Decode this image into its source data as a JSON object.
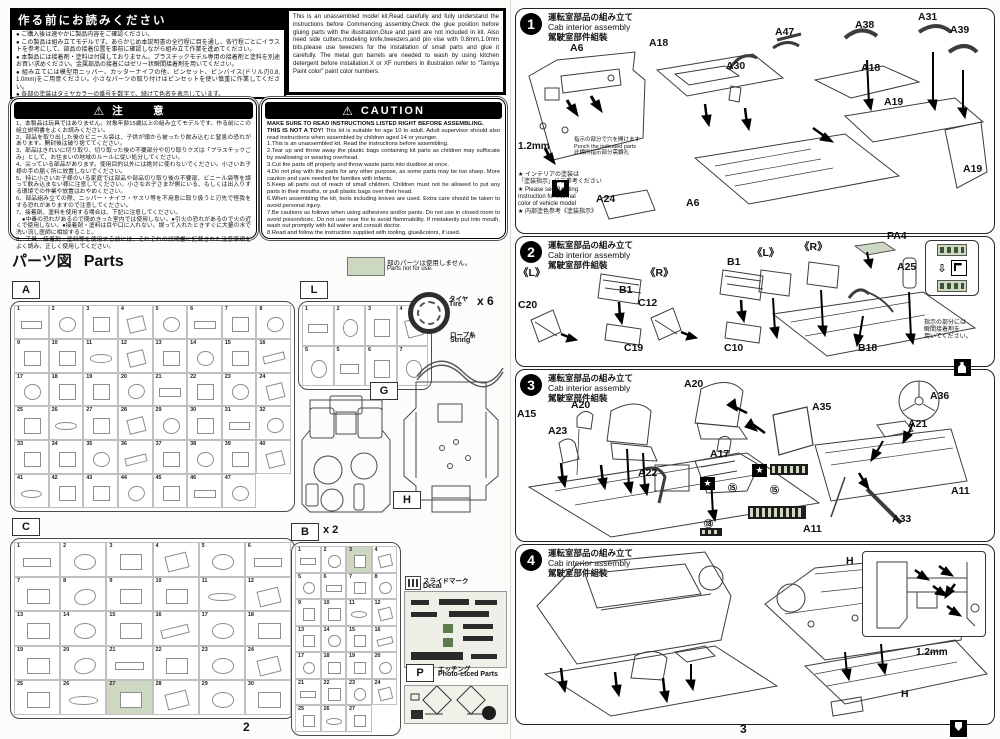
{
  "colors": {
    "not_for_use_green": "#cdd8c3",
    "paper": "#fcfcfa"
  },
  "icons": {
    "warning_triangle": "⚠",
    "star_decal": "★",
    "fold_arrow": "⇩"
  },
  "left_page": {
    "page_number": "2",
    "read_before": {
      "title": "作る前にお読みください",
      "bullets": [
        "● ご購入後は速やかに製品内容をご確認ください。",
        "● この製品は組み立てモデルです。あらかじめ本説明書の全行程に目を通し、各行程ごとにイラストを参考にして、部品の接着位置を事前に確認しながら組み立て作業を進めてください。",
        "● 本製品には接着剤・塗料は付属しておりません。プラスチックモデル専用の接着剤と塗料を別途お買い求めください。金属部品の接着にはゼリー状瞬間接着剤を用いてください。",
        "● 組み立てには模型用ニッパー、カッターナイフの他、ピンセット、ピンバイス(ドリル刃0.8, 1.0mm)をご用意ください。小さなパーツの取り付けはピンセットを使い慎重に作業してください。",
        "● 各部の塗装はタミヤカラーの番号を数字で、続けて色名を表示しています。"
      ],
      "english": "This is an unassembled model kit.Read carefully and fully understand the instructions before Commencing assembly.Check the glue position before gluing parts with the illustration.Glue and paint are not included in kit. Also need side cutters,modeling knife,tweezers,and pin vise with 0.8mm,1.0mm bits.please use tweezers for the installation of small parts and glue it carefully. The metal gun barrels are needed to wash by using kitchen detergent before installation.X or XF numbers in illustration refer to \"Tamiya Paint color\" paint color numbers."
    },
    "caution_jp": {
      "title": "注　意",
      "body": [
        "1、本製品は玩具ではありません。対象年齢15歳以上の組み立てモデルです。作る前にこの組立説明書をよくお読みください。",
        "2、部品を取り出した後のビニール袋は、子供が頭から被ったり飲み込むと窒息の恐れがあります。開封後は破り捨ててください。",
        "3、部品はきれいに切り取り、切り取った後の不要部分や切り取りクズは「プラスチックごみ」として、お住まいの地域のルールに従い処分してください。",
        "4、尖っている部品があります。使用目的以外には絶対に使わないでください。小さいお子様の手の届く所に放置しないでください。",
        "5、特に小さいお子様のいる家庭では部品や部品切り取り後の不要部、ビニール袋等を誤って飲み込まない様に注意してください。小さなお子さまが側にいる、もしくは出入りする環境での作業や放置はおやめください。",
        "6、部品組み立ての際、ニッパー・ナイフ・ヤスリ等を不用意に取り扱うと刃先で怪我をする恐れがありますので注意してください。",
        "7、接着剤、塗料を使用する場合は、下記に注意してください。",
        "　●中毒の恐れがあるので閉めきった室内では使用しない。●引火の恐れがあるので火の近くで使用しない。●接着剤・塗料は目や口に入れない。誤って入れたときすぐに大量の水で洗い流し医師に相談すること。",
        "8、工具・接着剤・塗料等を使用する前には、それぞれの説明書に記載された注意事項をよく読み、正しく使用してください。"
      ]
    },
    "caution_en": {
      "title": "CAUTION",
      "header": "MAKE SURE TO READ INSTRUCTIONS LISTED RIGHT BEFORE ASSEMBLING.",
      "toy_strong": "THIS IS NOT A TOY!",
      "toy_rest": " This kit is suitable for age 10 to adult. Adult supervisor should also read instructions when assembled by children aged 14 or younger.",
      "body": [
        "1.This is an unassembled kit. Read the instructions before assembling.",
        "2.Tear up and throw away the plastic bags containing kit parts as children may suffocate by swallowing or wearing overhead.",
        "3.Cut the parts off properly and throw waste parts into dustbox at once.",
        "4.Do not play with the parts for any other purpose, as some parts may be too sharp. More caution and care needed for families with infants.",
        "5.Keep all parts out of reach of small children. Children must not be allowed to put any parts in their mouths, or pull plastic bags over their head.",
        "6.When assembling the kit, tools including knives are used. Extra care should be taken to avoid personal injury.",
        "7.Be cautions as follows when using adhesives and/or pants. Do not use in closed room to avoid poison/toxic. Do not use near fire to avoid flammability. If mistakenly put into mouth, wash out promptly with full water and consult doctor.",
        "8.Read and follow the instruction supplied with tooling, glue&colors, if used."
      ]
    },
    "parts_section": {
      "title_jp": "パーツ図",
      "title_en": "Parts",
      "not_for_use_jp": "部のパーツは使用しません。",
      "not_for_use_en": "Parts not for use.",
      "sprue_a": {
        "id": "A",
        "numbers": [
          1,
          2,
          3,
          4,
          5,
          6,
          7,
          8,
          9,
          10,
          11,
          12,
          13,
          14,
          15,
          16,
          17,
          18,
          19,
          20,
          21,
          22,
          23,
          24,
          25,
          26,
          27,
          28,
          29,
          30,
          31,
          32,
          33,
          34,
          35,
          36,
          37,
          38,
          39,
          40,
          41,
          42,
          43,
          44,
          45,
          46,
          47
        ]
      },
      "sprue_l": {
        "id": "L",
        "numbers": [
          1,
          2,
          3,
          4,
          5,
          5,
          6,
          7
        ]
      },
      "sprue_g": {
        "id": "G"
      },
      "sprue_h": {
        "id": "H"
      },
      "sprue_c": {
        "id": "C",
        "numbers": [
          1,
          2,
          3,
          4,
          5,
          6,
          7,
          8,
          9,
          10,
          11,
          12,
          13,
          14,
          15,
          16,
          17,
          18,
          19,
          20,
          21,
          22,
          23,
          24,
          25,
          26,
          27,
          28,
          29,
          30
        ],
        "green": [
          27
        ]
      },
      "sprue_b": {
        "id": "B",
        "multiplier": "x 2",
        "numbers": [
          1,
          2,
          3,
          4,
          5,
          6,
          7,
          8,
          9,
          10,
          11,
          12,
          13,
          14,
          15,
          16,
          17,
          18,
          19,
          20,
          21,
          22,
          23,
          24,
          25,
          26,
          27
        ],
        "green": [
          3
        ]
      },
      "tire": {
        "label_jp": "タイヤ",
        "label_en": "Tire",
        "qty": "x 6"
      },
      "string": {
        "label_jp": "ロープ糸",
        "label_en": "String"
      },
      "decal": {
        "label_jp": "スライドマーク",
        "label_en": "Decal"
      },
      "etched": {
        "id": "P",
        "label_jp": "エッチング",
        "label_en": "Photo-etced Parts"
      }
    }
  },
  "right_page": {
    "page_number": "3",
    "steps": [
      {
        "num": "1",
        "title_jp": "運転室部品の組み立て",
        "title_en": "Cab interior assembly",
        "title_zh": "駕駛室部件組裝",
        "labels": [
          "A6",
          "A18",
          "A30",
          "A47",
          "A38",
          "A18",
          "A31",
          "A39",
          "A19",
          "A19",
          "A24",
          "A6"
        ],
        "drill_size": "1.2mm",
        "drill_note_jp": "指示の部分で穴を開けます",
        "drill_note_en": "Punch the indicated parts",
        "drill_note_zh": "此標所指示部分需鑽孔",
        "paint_notes": [
          "★ インテリアの塗装は\n「塗装指示」にご参考ください",
          "★ Please see Painting\nInstruction for internal\ncolor of vehicle model",
          "★ 内部塗色参考《塗装指示》"
        ]
      },
      {
        "num": "2",
        "title_jp": "運転室部品の組み立て",
        "title_en": "Cab interior assembly",
        "title_zh": "駕駛室部件組裝",
        "labels": [
          "《L》",
          "B1",
          "C20",
          "C19",
          "《R》",
          "C12",
          "B1",
          "C10",
          "《L》",
          "《R》",
          "PA4",
          "A25",
          "B18"
        ],
        "glue_note": "指示の部分には\n瞬間接着剤を\n用いてください。"
      },
      {
        "num": "3",
        "title_jp": "運転室部品の組み立て",
        "title_en": "Cab interior assembly",
        "title_zh": "駕駛室部件組裝",
        "labels": [
          "A15",
          "A20",
          "A23",
          "A22",
          "A20",
          "A17",
          "A35",
          "A36",
          "A21",
          "A11",
          "A33",
          "A11",
          "⑮",
          "⑮",
          "⑱"
        ]
      },
      {
        "num": "4",
        "title_jp": "運転室部品の組み立て",
        "title_en": "Cab interior assembly",
        "title_zh": "駕駛室部件組裝",
        "labels": [
          "H",
          "H"
        ],
        "drill_size": "1.2mm"
      }
    ]
  }
}
